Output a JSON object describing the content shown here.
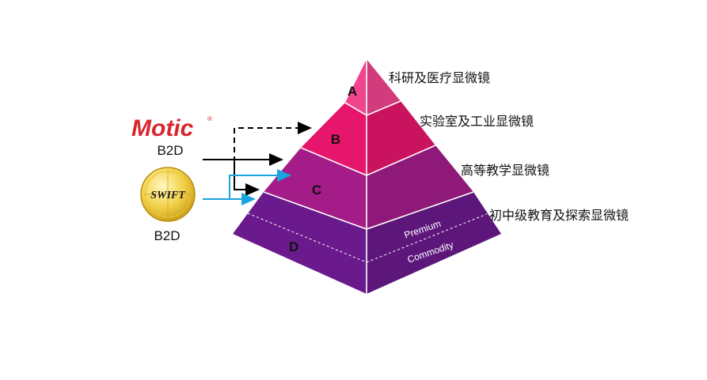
{
  "brands": {
    "motic": {
      "name": "Motic",
      "mark": "®",
      "channel": "B2D",
      "color": "#d7262e"
    },
    "swift": {
      "name": "SWIFT",
      "channel": "B2D",
      "color": "#f2d34b"
    }
  },
  "pyramid": {
    "tiers": [
      {
        "letter": "A",
        "description": "科研及医疗显微镜",
        "color": "#f0448d"
      },
      {
        "letter": "B",
        "description": "实验室及工业显微镜",
        "color": "#e6166c"
      },
      {
        "letter": "C",
        "description": "高等教学显微镜",
        "color": "#a31c88"
      },
      {
        "letter": "D",
        "description": "初中级教育及探索显微镜",
        "color": "#6a1a8c"
      }
    ],
    "segment_labels": {
      "upper": "Premium",
      "lower": "Commodity"
    }
  },
  "arrow_colors": {
    "motic": "#000000",
    "swift": "#1aa3dc"
  }
}
